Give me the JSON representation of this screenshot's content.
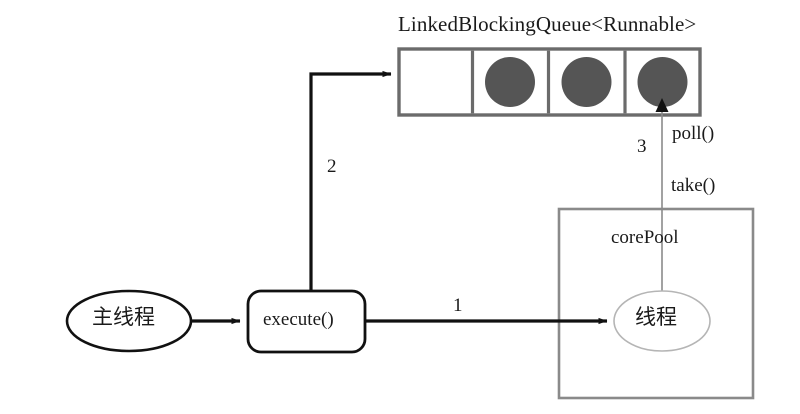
{
  "diagram": {
    "title_label": "LinkedBlockingQueue<Runnable>",
    "queue": {
      "name": "LinkedBlockingQueue<Runnable>",
      "cells": [
        {
          "filled": false
        },
        {
          "filled": true
        },
        {
          "filled": true
        },
        {
          "filled": true
        }
      ],
      "cell_count": 4,
      "filled_count": 3,
      "border_color": "#6b6b6b",
      "task_color": "#555555"
    },
    "nodes": {
      "main_thread": {
        "label": "主线程",
        "shape": "ellipse",
        "border_color": "#111111"
      },
      "execute": {
        "label": "execute()",
        "shape": "rounded-rect",
        "border_color": "#111111"
      },
      "core_pool": {
        "label": "corePool",
        "shape": "rect",
        "border_color": "#8a8a8a"
      },
      "worker_thread": {
        "label": "线程",
        "shape": "ellipse",
        "border_color": "#b5b5b5"
      }
    },
    "edges": [
      {
        "id": "main-to-execute",
        "label": "",
        "from": "main_thread",
        "to": "execute"
      },
      {
        "id": "execute-to-worker",
        "label": "1",
        "from": "execute",
        "to": "worker_thread"
      },
      {
        "id": "execute-to-queue",
        "label": "2",
        "from": "execute",
        "to": "queue"
      },
      {
        "id": "worker-to-queue",
        "label": "3",
        "from": "worker_thread",
        "to": "queue"
      }
    ],
    "annotations": {
      "step_one": "1",
      "step_two": "2",
      "step_three": "3",
      "poll_method": "poll()",
      "take_method": "take()"
    },
    "colors": {
      "stroke_dark": "#111111",
      "stroke_mid": "#6b6b6b",
      "stroke_light": "#b5b5b5",
      "task_fill": "#555555",
      "background": "#ffffff"
    }
  }
}
